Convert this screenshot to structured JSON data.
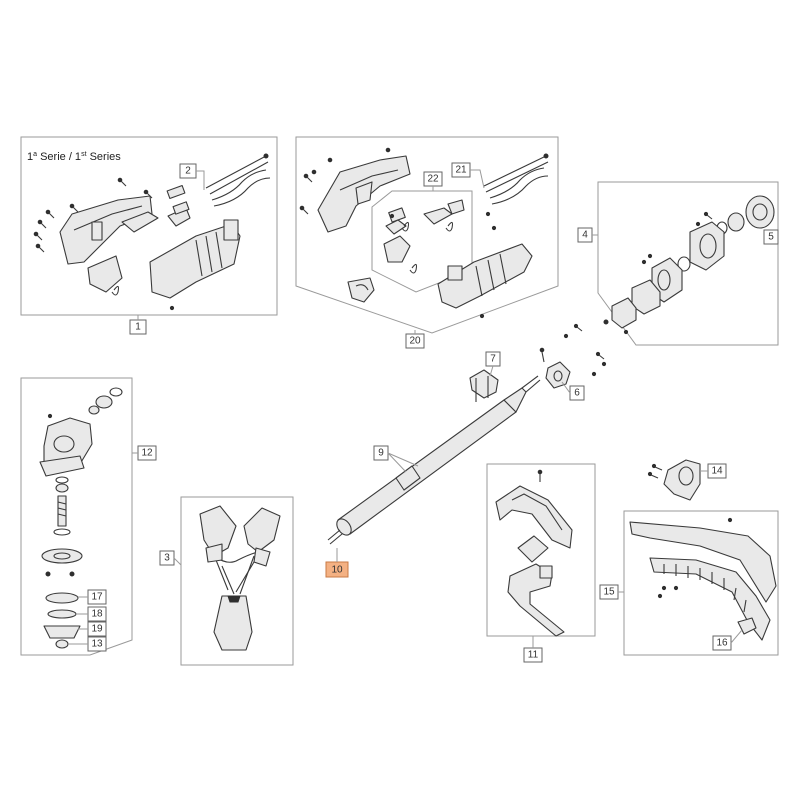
{
  "diagram": {
    "series_title": {
      "prefix": "1",
      "a": "a",
      "mid": " Serie / 1",
      "st": "st",
      "suffix": " Series"
    },
    "highlight_color": "#f4b183",
    "callouts": {
      "c1": "1",
      "c2": "2",
      "c3": "3",
      "c4": "4",
      "c5": "5",
      "c6": "6",
      "c7": "7",
      "c9": "9",
      "c10": "10",
      "c11": "11",
      "c12": "12",
      "c13": "13",
      "c14": "14",
      "c15": "15",
      "c16": "16",
      "c17": "17",
      "c18": "18",
      "c19": "19",
      "c20": "20",
      "c21": "21",
      "c22": "22"
    },
    "highlighted_part": "10"
  }
}
